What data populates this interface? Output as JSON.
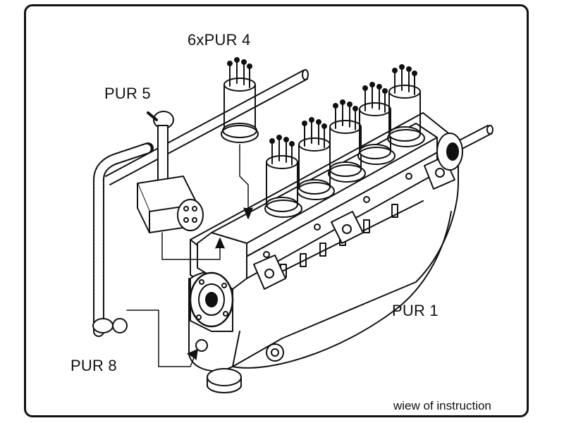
{
  "labels": {
    "pur4": "6xPUR 4",
    "pur5": "PUR 5",
    "pur1": "PUR 1",
    "pur8": "PUR 8"
  },
  "caption": "wiew of instruction",
  "colors": {
    "ink": "#111111",
    "paper": "#ffffff",
    "shade": "#e8e8e8"
  }
}
